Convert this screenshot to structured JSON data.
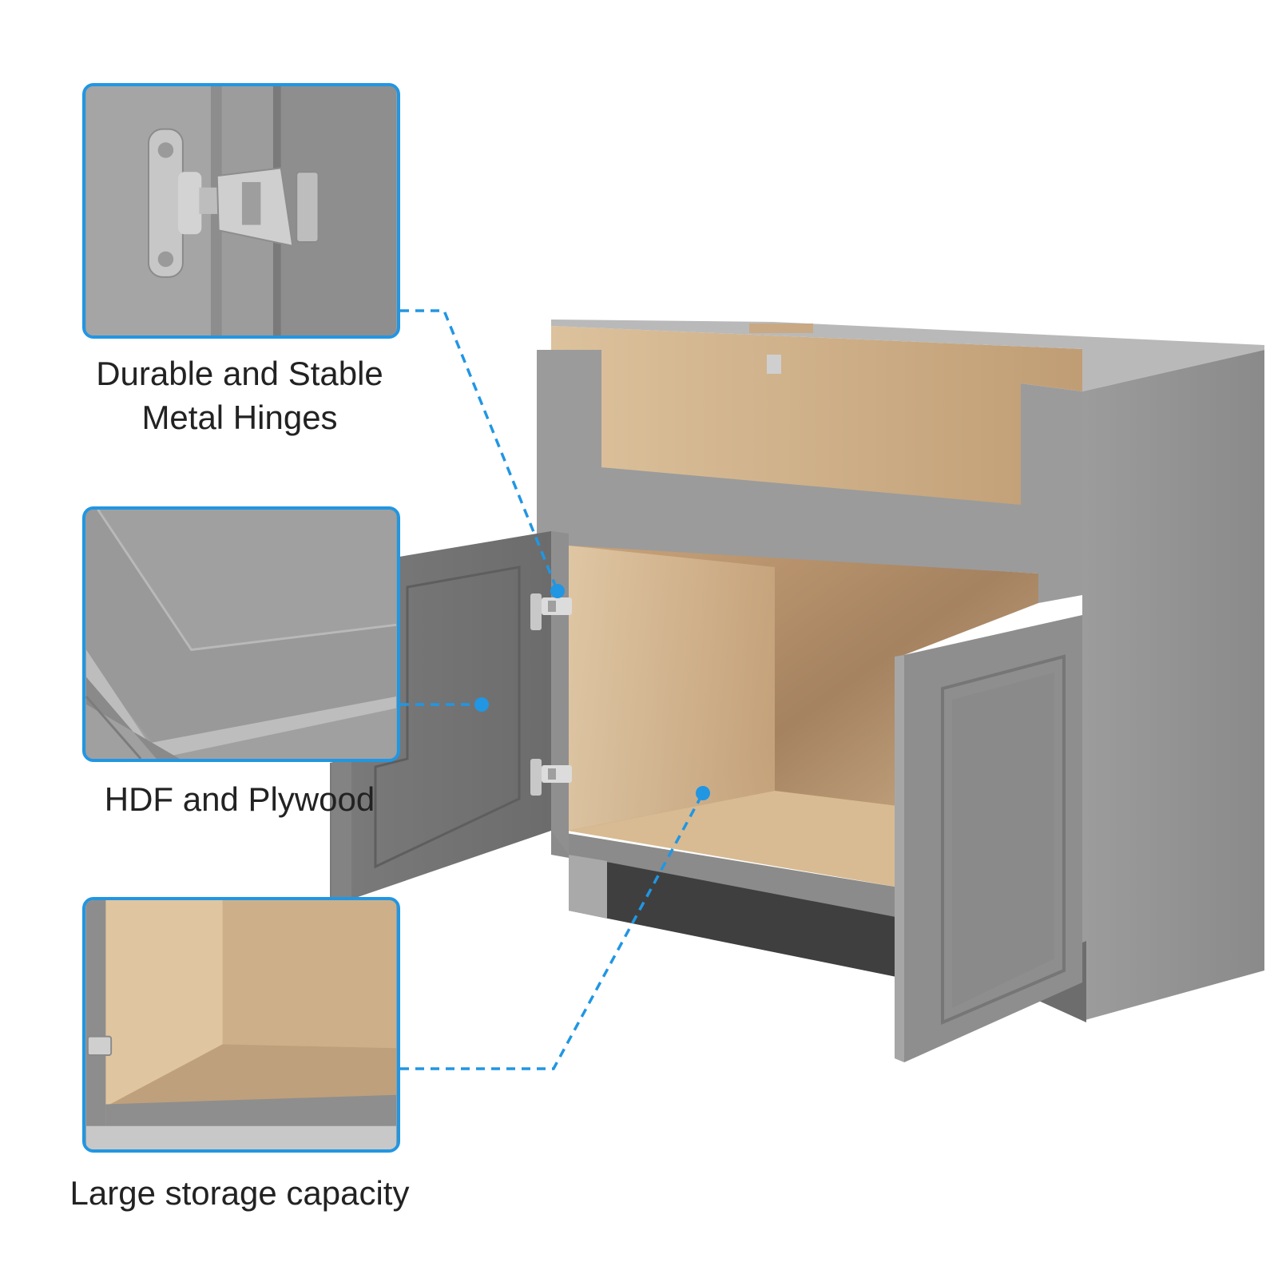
{
  "features": [
    {
      "caption_line1": "Durable and Stable",
      "caption_line2": "Metal Hinges"
    },
    {
      "caption": "HDF and Plywood"
    },
    {
      "caption": "Large storage capacity"
    }
  ],
  "colors": {
    "accent": "#2196e3",
    "cabinet_gray": "#8f8f8f",
    "interior_wood": "#d9bd95",
    "text": "#222222"
  }
}
